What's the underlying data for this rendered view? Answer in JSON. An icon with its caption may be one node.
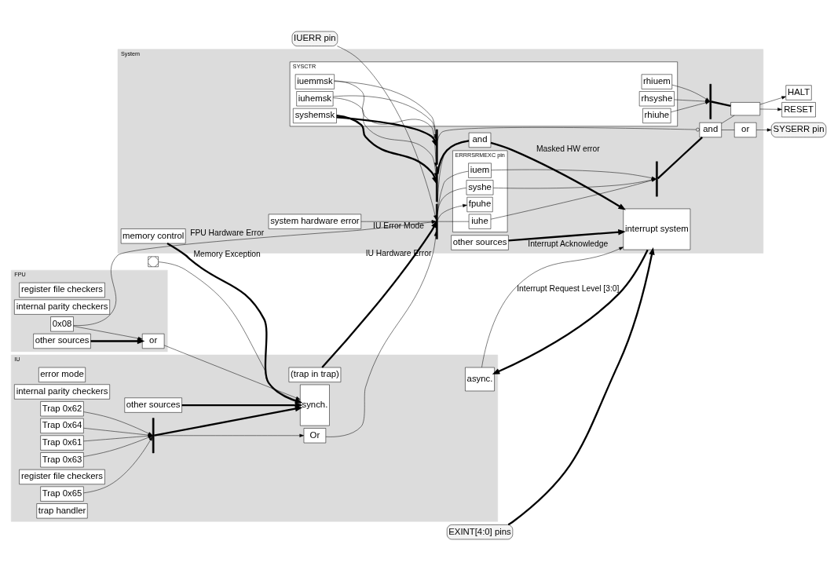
{
  "diagram": {
    "nodes": [
      {
        "text": [
          "IU"
        ]
      },
      {
        "text": [
          "error mode"
        ],
        "in": 0
      },
      {
        "text": [
          "(trap in trap)"
        ],
        "in": 0
      },
      {
        "text": [
          "internal parity checkers"
        ],
        "in": 0
      },
      {
        "text": [
          "Trap 0x61"
        ],
        "in": 0
      },
      {
        "text": [
          "Trap 0x62"
        ],
        "in": 0
      },
      {
        "text": [
          "Trap 0x63"
        ],
        "in": 0
      },
      {
        "text": [
          "Trap 0x64"
        ],
        "in": 0
      },
      {
        "text": [
          "register file checkers"
        ],
        "in": 0
      },
      {
        "text": [
          "Trap 0x65"
        ],
        "in": 0
      },
      {
        "text": [],
        "shape": "bar",
        "in": 0
      },
      {
        "text": [
          "Or"
        ],
        "in": 0
      },
      {
        "text": [
          "other sources"
        ],
        "in": 0
      },
      {
        "text": [
          "async."
        ],
        "in": 0
      },
      {
        "text": [
          "trap handler"
        ],
        "in": 0
      },
      {
        "text": [
          "synch."
        ],
        "in": 0
      },
      {
        "text": [
          "FPU"
        ]
      },
      {
        "text": [
          "register file checkers"
        ],
        "in": 16
      },
      {
        "text": [
          "internal parity checkers"
        ],
        "in": 16
      },
      {
        "text": [
          "0x08"
        ],
        "in": 16
      },
      {
        "text": [
          "other sources"
        ],
        "in": 16
      },
      {
        "text": [
          "or"
        ],
        "in": 16
      },
      {
        "text": [
          "System"
        ]
      },
      {
        "text": [
          "IUERR pin"
        ]
      },
      {
        "text": [],
        "shape": "box"
      },
      {
        "text": [
          "system hardware error"
        ],
        "in": 22
      },
      {
        "text": [
          "memory control"
        ],
        "in": 22
      },
      {
        "text": [
          "interrupt system"
        ],
        "in": 22
      },
      {
        "text": [
          "EXINT[4:0] pins"
        ]
      },
      {
        "text": [
          "other sources"
        ],
        "in": 22
      },
      {
        "text": [
          "SYSERR pin"
        ]
      },
      {
        "text": [],
        "shape": "bar",
        "in": 22
      },
      {
        "text": [
          "ERRRSRMEXC pin"
        ],
        "in": 22
      },
      {
        "text": [
          "iuem"
        ],
        "in": 32
      },
      {
        "text": [
          "iuhe"
        ],
        "in": 32
      },
      {
        "text": [
          "fpuhe"
        ],
        "in": 32
      },
      {
        "text": [
          "syshe"
        ],
        "in": 32
      },
      {
        "text": [],
        "shape": "bar",
        "in": 22
      },
      {
        "text": [
          "SYSCTR"
        ],
        "in": 22
      },
      {
        "text": [
          "iuemmsk"
        ],
        "in": 38
      },
      {
        "text": [
          "rhiuem"
        ],
        "in": 38
      },
      {
        "text": [
          "iuhemsk"
        ],
        "in": 38
      },
      {
        "text": [
          "rhiuhe"
        ],
        "in": 38
      },
      {
        "text": [
          "syshemsk"
        ],
        "in": 38
      },
      {
        "text": [
          "rhsyshe"
        ],
        "in": 38
      },
      {
        "text": [],
        "shape": "bar",
        "in": 22
      },
      {
        "text": [
          "and"
        ],
        "in": 22
      },
      {
        "text": [
          "and"
        ],
        "in": 22
      },
      {
        "text": [],
        "shape": "trapezoid",
        "in": 22
      },
      {
        "text": [
          "or"
        ],
        "in": 22
      },
      {
        "text": [
          "RESET"
        ]
      },
      {
        "text": [
          "HALT"
        ]
      },
      {
        "text": [],
        "shape": "bar",
        "in": 22
      },
      {
        "text": [],
        "shape": "bar",
        "in": 22
      }
    ],
    "edges": [
      {
        "from": 4,
        "to": 10,
        "arrow": "to"
      },
      {
        "from": 5,
        "to": 10,
        "arrow": "to"
      },
      {
        "from": 6,
        "to": 10,
        "arrow": "to"
      },
      {
        "from": 7,
        "to": 10,
        "arrow": "to"
      },
      {
        "from": 9,
        "to": 10,
        "arrow": "to"
      },
      {
        "from": 10,
        "to": 11,
        "arrow": "to"
      },
      {
        "from": 10,
        "to": 15,
        "arrow": "to",
        "style": "thick"
      },
      {
        "from": 12,
        "to": 15,
        "arrow": "to",
        "style": "thick"
      },
      {
        "from": 2,
        "to": 31,
        "arrow": "to",
        "label": "IU Error Mode",
        "style": "thick"
      },
      {
        "from": 23,
        "to": 31,
        "arrow": "to"
      },
      {
        "from": 11,
        "to": 31,
        "arrow": "to",
        "label": "IU Hardware Error"
      },
      {
        "from": 19,
        "to": 31,
        "arrow": "to",
        "label": "FPU Hardware Error"
      },
      {
        "from": 19,
        "to": 21,
        "arrow": "to"
      },
      {
        "from": 20,
        "to": 21,
        "arrow": "to",
        "style": "thick"
      },
      {
        "from": 21,
        "to": 15,
        "arrow": "to"
      },
      {
        "from": 25,
        "to": 31,
        "arrow": "to"
      },
      {
        "from": 31,
        "to": 33,
        "arrow": "none"
      },
      {
        "from": 31,
        "to": 34,
        "arrow": "none"
      },
      {
        "from": 31,
        "to": 35,
        "arrow": "to"
      },
      {
        "from": 31,
        "to": 36,
        "arrow": "none"
      },
      {
        "from": 33,
        "to": 37,
        "arrow": "to"
      },
      {
        "from": 34,
        "to": 37,
        "arrow": "to"
      },
      {
        "from": 36,
        "to": 37,
        "arrow": "to"
      },
      {
        "from": 26,
        "to": 15,
        "arrow": "to",
        "label": "Memory Exception",
        "style": "thick"
      },
      {
        "from": 24,
        "to": 15,
        "arrow": "to"
      },
      {
        "from": 27,
        "to": 13,
        "arrow": "to",
        "label": "Interrupt Request Level [3:0]",
        "style": "thick"
      },
      {
        "from": 13,
        "to": 27,
        "arrow": "to",
        "label": "Interrupt Acknowledge"
      },
      {
        "from": 28,
        "to": 27,
        "arrow": "to",
        "style": "thick"
      },
      {
        "from": 29,
        "to": 27,
        "arrow": "to",
        "style": "thick"
      },
      {
        "from": 46,
        "to": 27,
        "arrow": "to",
        "label": "Masked HW error",
        "style": "thick"
      },
      {
        "from": 31,
        "to": 46,
        "arrow": "none"
      },
      {
        "from": 52,
        "to": 46,
        "arrow": "none",
        "style": "thick"
      },
      {
        "from": 39,
        "to": 52,
        "arrow": "to"
      },
      {
        "from": 39,
        "to": 53,
        "arrow": "to"
      },
      {
        "from": 41,
        "to": 52,
        "arrow": "to"
      },
      {
        "from": 41,
        "to": 53,
        "arrow": "to"
      },
      {
        "from": 43,
        "to": 52,
        "arrow": "to",
        "style": "thick"
      },
      {
        "from": 43,
        "to": 53,
        "arrow": "to",
        "style": "thick"
      },
      {
        "from": 40,
        "to": 45,
        "arrow": "to"
      },
      {
        "from": 42,
        "to": 45,
        "arrow": "to"
      },
      {
        "from": 44,
        "to": 45,
        "arrow": "to"
      },
      {
        "from": 53,
        "to": 47,
        "arrow": "other"
      },
      {
        "from": 37,
        "to": 47,
        "arrow": "none",
        "style": "thick"
      },
      {
        "from": 47,
        "to": 48,
        "arrow": "none"
      },
      {
        "from": 47,
        "to": 49,
        "arrow": "none"
      },
      {
        "from": 45,
        "to": 48,
        "arrow": "none",
        "style": "thick"
      },
      {
        "from": 49,
        "to": 30,
        "arrow": "to"
      },
      {
        "from": 48,
        "to": 50,
        "arrow": "to"
      },
      {
        "from": 48,
        "to": 51,
        "arrow": "to"
      }
    ]
  }
}
